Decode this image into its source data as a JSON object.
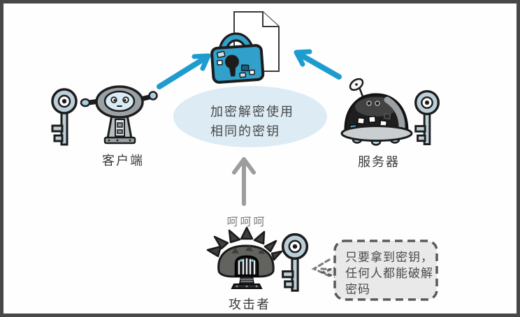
{
  "diagram": {
    "center_note": {
      "line1": "加密解密使用",
      "line2": "相同的密钥"
    },
    "labels": {
      "client": "客户端",
      "server": "服务器",
      "attacker": "攻击者"
    },
    "laugh_text": "呵呵呵",
    "bubble": {
      "line1": "只要拿到密钥，",
      "line2": "任何人都能破解",
      "line3": "密码"
    }
  },
  "colors": {
    "frame_border": "#484848",
    "arrow_cyan": "#1e9ccf",
    "lock_teal": "#31a0ca",
    "note_ellipse_blue": "#dcebf4",
    "key_gray_blue": "#bccfd8",
    "bubble_gray": "#e9e9e9",
    "gray_arrow": "#9d9d9d"
  },
  "icons": {
    "document": "document-icon",
    "lock": "lock-icon",
    "client_key": "key-icon",
    "server_key": "key-icon",
    "attacker_key": "key-icon",
    "client_robot": "client-robot-icon",
    "server_robot": "server-robot-icon",
    "attacker_robot": "attacker-robot-icon",
    "encrypt_arrow_left": "arrow-up-right-icon",
    "encrypt_arrow_right": "arrow-up-left-icon",
    "taunt_arrow": "arrow-up-icon",
    "pointer_arrow": "dashed-arrow-left-icon"
  }
}
